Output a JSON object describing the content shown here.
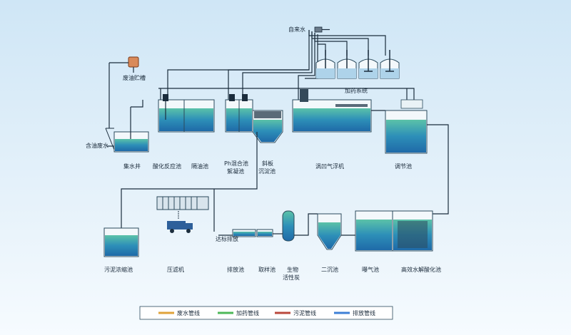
{
  "labels": {
    "tap_water": "自来水",
    "waste_oil_tank": "废油贮槽",
    "oily_wastewater": "含油废水",
    "dosing_system": "加药系统",
    "collection_well": "集水井",
    "acid_reaction_tank": "酸化反应池",
    "oil_separator": "隔油池",
    "ph_mixing_line1": "Ph混合池",
    "ph_mixing_line2": "絮凝池",
    "inclined_plate_line1": "斜板",
    "inclined_plate_line2": "沉淀池",
    "air_flotation": "涡凹气浮机",
    "equalization_tank": "调节池",
    "discharge_standard": "达标排放",
    "sludge_thickener": "污泥浓缩池",
    "filter_press": "压滤机",
    "discharge_tank": "排放池",
    "sampling_tank": "取样池",
    "bio_carbon_line1": "生物",
    "bio_carbon_line2": "活性炭",
    "secondary_clarifier": "二沉池",
    "aeration_tank": "曝气池",
    "hydrolysis_tank": "高效水解酸化池"
  },
  "legend": [
    {
      "label": "废水管线",
      "color": "#e0a33a"
    },
    {
      "label": "加药管线",
      "color": "#4db858"
    },
    {
      "label": "污泥管线",
      "color": "#b9483c"
    },
    {
      "label": "排放管线",
      "color": "#3d7fd6"
    }
  ]
}
